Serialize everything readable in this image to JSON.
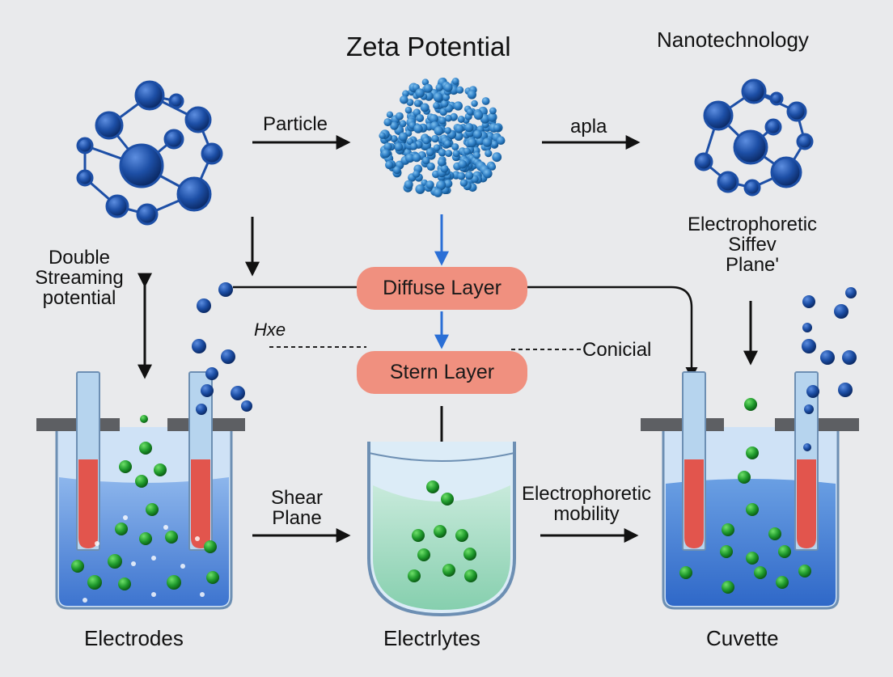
{
  "diagram": {
    "title": "Zeta Potential",
    "labels": {
      "nanotechnology": "Nanotechnology",
      "particle": "Particle",
      "apla": "apla",
      "electrophoretic_plane": "Electrophoretic\nSiffev\nPlane'",
      "double_streaming": "Double\nStreaming\npotential",
      "hxe": "Hxe",
      "conicial": "Conicial",
      "shear_plane": "Shear\nPlane",
      "electrophoretic_mobility": "Electrophoretic\nmobility",
      "electrodes": "Electrodes",
      "electrolytes": "Electrlytes",
      "cuvette": "Cuvette"
    },
    "layers": {
      "diffuse": "Diffuse Layer",
      "stern": "Stern Layer"
    },
    "colors": {
      "background": "#e9eaec",
      "molecule_blue": "#1d4fa6",
      "particle_blue": "#3a86c8",
      "layer_pill": "#f0907f",
      "tube_red": "#e2554d",
      "liquid_blue": "#4a86d6",
      "liquid_green": "#9ed6bf",
      "ion_green": "#1f9a2c",
      "arrow_dark": "#111111",
      "arrow_blue": "#2a6fd6"
    }
  }
}
